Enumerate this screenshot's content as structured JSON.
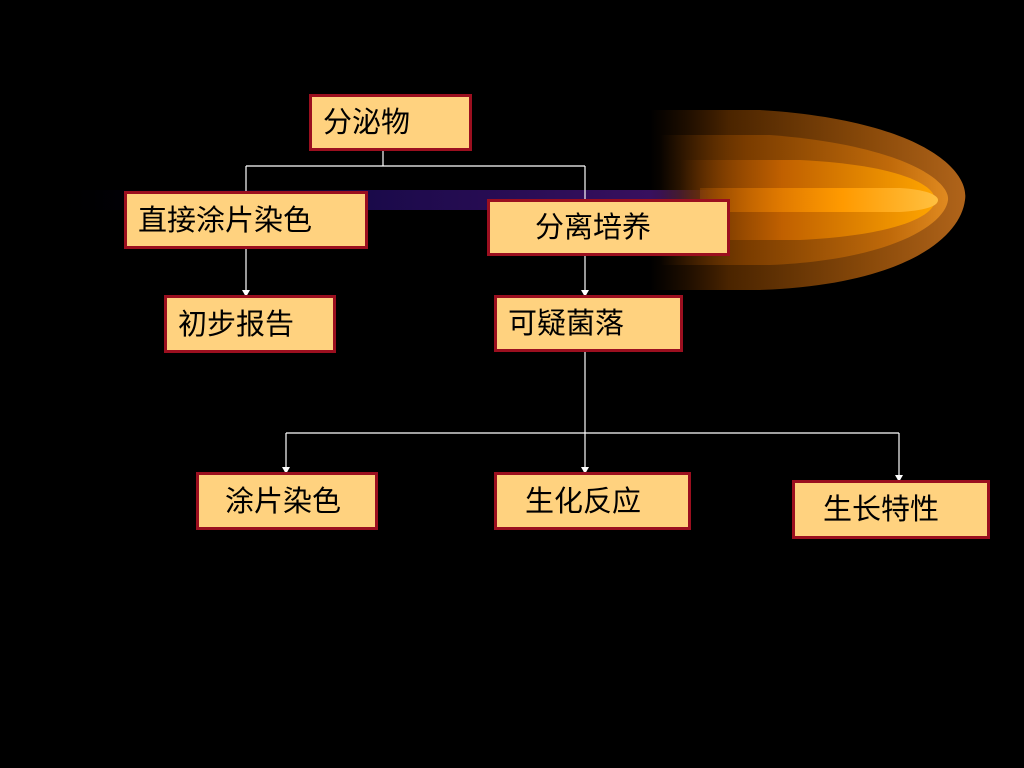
{
  "colors": {
    "background": "#000000",
    "box_fill": "#FFD27F",
    "box_border": "#9B0F1F",
    "text": "#000000",
    "connector": "#FFFFFF",
    "comet_core": "#FFA500",
    "streak": "#2A1058"
  },
  "nodes": {
    "secretion": "分泌物",
    "direct_smear_stain": "直接涂片染色",
    "isolation_culture": "分离培养",
    "preliminary_report": "初步报告",
    "suspicious_colony": "可疑菌落",
    "smear_stain": "涂片染色",
    "biochemical_reaction": "生化反应",
    "growth_characteristics": "生长特性"
  }
}
